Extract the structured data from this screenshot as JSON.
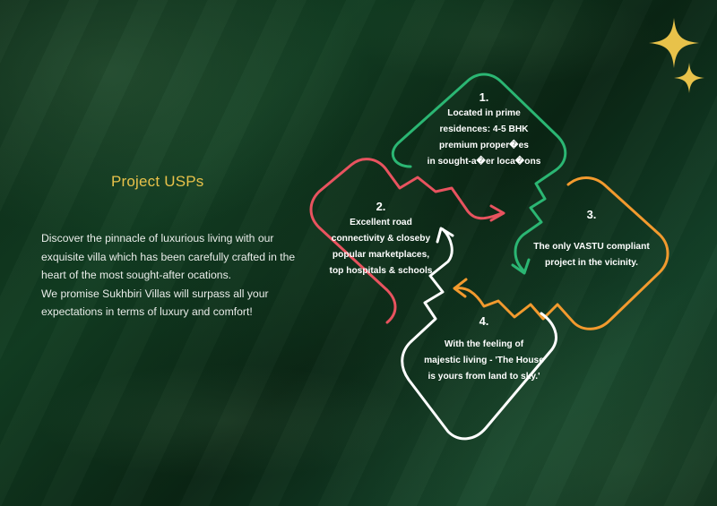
{
  "heading": "Project USPs",
  "description": {
    "line1": "Discover the pinnacle of luxurious living with our exquisite villa which has been carefully crafted in the heart of the most sought-after ocations.",
    "line2": "We promise Sukhbiri Villas will surpass all your expectations in terms of luxury and comfort!"
  },
  "usps": [
    {
      "number": "1.",
      "lines": [
        "Located in prime",
        "residences: 4-5 BHK",
        "premium proper�es",
        "in sought-a�er loca�ons"
      ],
      "color": "#2bb673"
    },
    {
      "number": "2.",
      "lines": [
        "Excellent road",
        "connectivity & closeby",
        "popular marketplaces,",
        "top hospitals & schools"
      ],
      "color": "#e8535f"
    },
    {
      "number": "3.",
      "lines": [
        "The only VASTU compliant",
        "project in the vicinity."
      ],
      "color": "#f29a2e"
    },
    {
      "number": "4.",
      "lines": [
        "With the feeling of",
        "majestic living - 'The House",
        "is yours from land to sky.'"
      ],
      "color": "#ffffff"
    }
  ],
  "accent_color": "#e8c24a",
  "decorations": [
    "sparkle-star-icon",
    "sparkle-star-icon"
  ]
}
